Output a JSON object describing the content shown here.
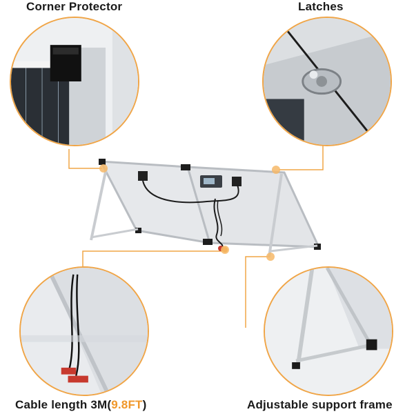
{
  "labels": {
    "corner_protector": "Corner Protector",
    "latches": "Latches",
    "cable_prefix": "Cable length 3M(",
    "cable_highlight": "9.8FT",
    "cable_suffix": ")",
    "support_frame": "Adjustable support frame"
  },
  "colors": {
    "accent": "#f0972a",
    "callout_line": "#f0a547",
    "frame": "#c9ccd0",
    "panel": "#e6e8eb",
    "cell": "#2b3036"
  }
}
